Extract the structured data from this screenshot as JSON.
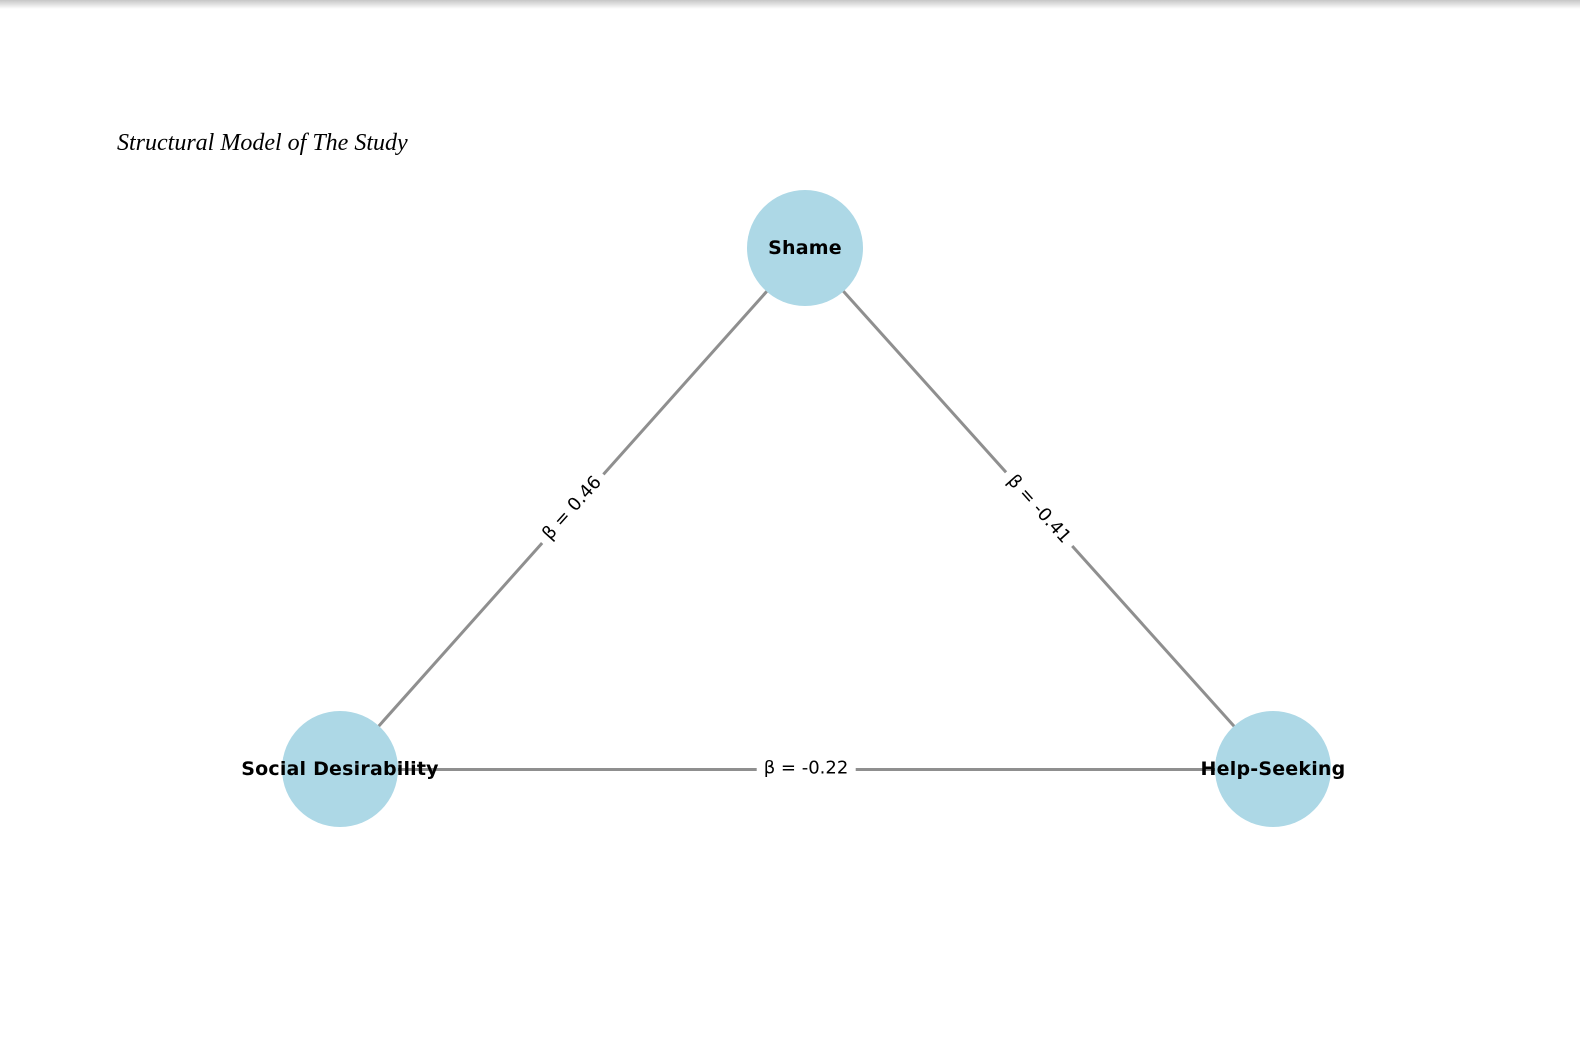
{
  "title": "Structural Model of The Study",
  "diagram": {
    "type": "path-diagram",
    "node_fill_color": "#ADD8E6",
    "edge_color": "#8F8F8F",
    "label_color": "#000000",
    "background_color": "#FFFFFF",
    "nodes": [
      {
        "id": "shame",
        "label": "Shame"
      },
      {
        "id": "social-desirability",
        "label": "Social Desirability"
      },
      {
        "id": "help-seeking",
        "label": "Help-Seeking"
      }
    ],
    "edges": [
      {
        "from": "social-desirability",
        "to": "shame",
        "label": "β = 0.46",
        "beta": 0.46
      },
      {
        "from": "shame",
        "to": "help-seeking",
        "label": "β = -0.41",
        "beta": -0.41
      },
      {
        "from": "social-desirability",
        "to": "help-seeking",
        "label": "β = -0.22",
        "beta": -0.22
      }
    ]
  }
}
